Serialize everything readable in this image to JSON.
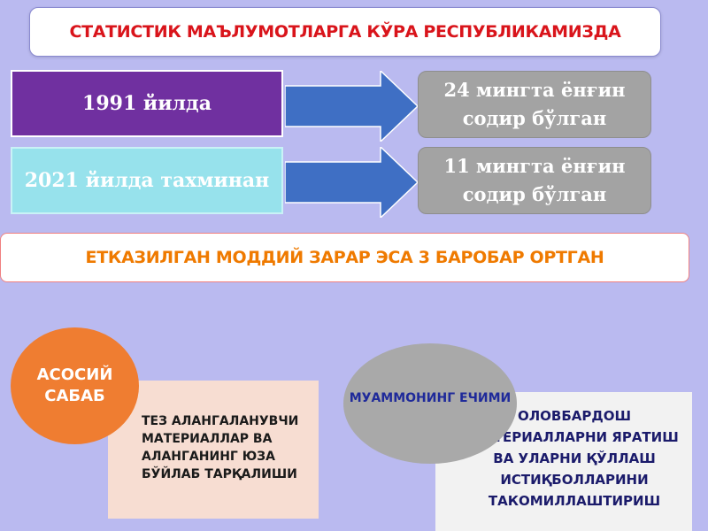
{
  "header": {
    "title": "СТАТИСТИК МАЪЛУМОТЛАРГА КЎРА РЕСПУБЛИКАМИЗДА"
  },
  "rows": [
    {
      "year_label": "1991 йилда",
      "result_label": "24 мингта ёнғин содир бўлган"
    },
    {
      "year_label": "2021 йилда тахминан",
      "result_label": "11 мингта ёнғин содир бўлган"
    }
  ],
  "damage": {
    "text": "ЕТКАЗИЛГАН МОДДИЙ ЗАРАР ЭСА 3 БАРОБАР ОРТГАН"
  },
  "cause": {
    "circle_label": "АСОСИЙ САБАБ",
    "text": "ТЕЗ АЛАНГАЛАНУВЧИ МАТЕРИАЛЛАР ВА АЛАНГАНИНГ ЮЗА БЎЙЛАБ ТАРҚАЛИШИ"
  },
  "solution": {
    "circle_label": "МУАММОНИНГ ЕЧИМИ",
    "text": "ОЛОВБАРДОШ МАТЕРИАЛЛАРНИ ЯРАТИШ ВА УЛАРНИ ҚЎЛЛАШ ИСТИҚБОЛЛАРИНИ ТАКОМИЛЛАШТИРИШ"
  },
  "colors": {
    "background": "#babaf0",
    "title_red": "#d9141b",
    "year1_purple": "#7030a0",
    "year2_cyan": "#97e2ec",
    "arrow_blue": "#3f6fc4",
    "result_gray": "#a3a3a3",
    "damage_orange": "#ef7a00",
    "cause_orange": "#ef7d31",
    "solution_gray": "#a9a9a9"
  }
}
